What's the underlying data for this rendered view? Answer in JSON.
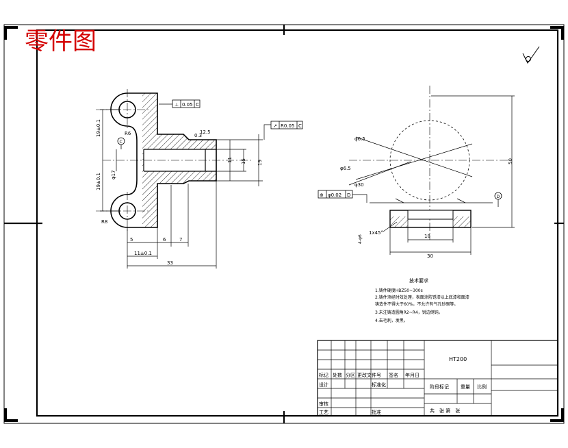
{
  "page": {
    "title": "零件图",
    "colors": {
      "title": "#d40000",
      "ink": "#000000",
      "hatch": "#000000"
    }
  },
  "front_view": {
    "dimensions": {
      "h_19_top": "19±0.1",
      "h_19_bot": "19±0.1",
      "dia_17": "φ17",
      "dia_11": "11",
      "dia_15": "15",
      "dia_19": "19",
      "len_5": "5",
      "len_6": "6",
      "len_7": "7",
      "len_11": "11±0.1",
      "len_33": "33",
      "chamfer": "0.3",
      "rough_125": "12.5",
      "r6": "R6",
      "r8": "R8"
    },
    "tolerance_frame_1": {
      "symbol": "⊥",
      "value": "0.05",
      "datum": "C"
    },
    "tolerance_frame_2": {
      "symbol": "↗",
      "value": "R0.05",
      "datum": "C"
    },
    "datum_c": "C"
  },
  "side_view": {
    "dimensions": {
      "dia_65_a": "φ6.5",
      "dia_65_b": "φ6.5",
      "dia_30": "φ30",
      "height_50": "50",
      "width_30": "30",
      "width_18": "18",
      "chamfer": "1x45°",
      "holes": "4-φ6"
    },
    "tolerance_frame": {
      "symbol": "⊕",
      "value": "φ0.02",
      "datum": "D"
    },
    "datum_d": "D"
  },
  "tech_requirements": {
    "heading": "技术要求",
    "items": [
      "1.铸件硬度HBZ50~300s",
      "2.铸件须经时效处理，表面涂防锈漆以上底漆和面漆",
      "  铸造件不得大于60%，不允许有气孔砂眼等。",
      "3.未注铸造圆角R2~R4，锐边倒钝。",
      "4.去毛刺，发黑。"
    ]
  },
  "title_block": {
    "material": "HT200",
    "labels": {
      "mark": "标记",
      "count": "处数",
      "zone": "分区",
      "change_doc": "更改文件号",
      "sign": "签名",
      "date": "年月日",
      "design": "设计",
      "standard": "标准化",
      "stage_mark": "阶段标记",
      "weight": "重量",
      "scale": "比例",
      "check": "审核",
      "process": "工艺",
      "approve": "批准",
      "sheets": "共　张 第　张"
    }
  }
}
